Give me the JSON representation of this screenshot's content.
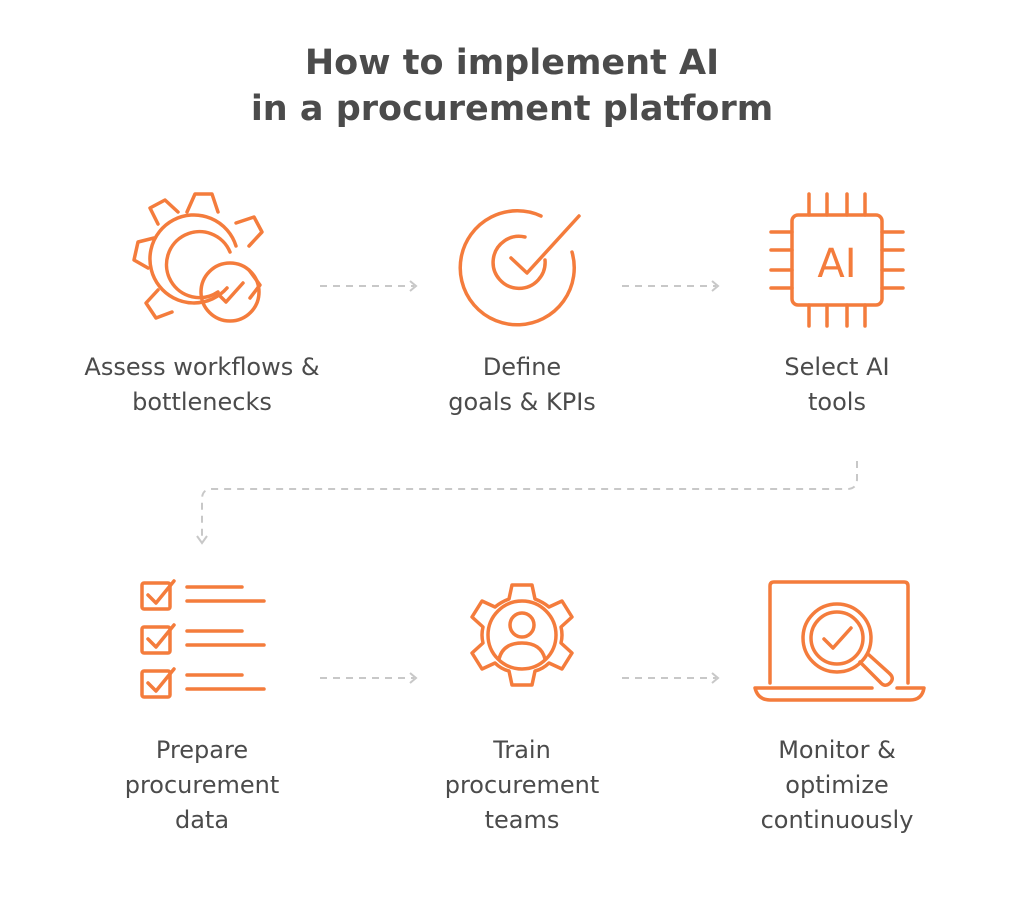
{
  "title": {
    "line1": "How to implement AI",
    "line2": "in a procurement platform"
  },
  "steps": [
    {
      "lines": [
        "Assess workflows &",
        "bottlenecks"
      ],
      "icon": "gear-check-icon"
    },
    {
      "lines": [
        "Define",
        "goals & KPIs"
      ],
      "icon": "target-check-icon"
    },
    {
      "lines": [
        "Select AI",
        "tools"
      ],
      "icon": "ai-chip-icon",
      "icon_text": "AI"
    },
    {
      "lines": [
        "Prepare",
        "procurement",
        "data"
      ],
      "icon": "checklist-icon"
    },
    {
      "lines": [
        "Train",
        "procurement",
        "teams"
      ],
      "icon": "gear-user-icon"
    },
    {
      "lines": [
        "Monitor &",
        "optimize",
        "continuously"
      ],
      "icon": "laptop-magnifier-icon"
    }
  ],
  "colors": {
    "accent": "#f47c3c",
    "text": "#4b4b4b",
    "connector": "#c8c8c8"
  }
}
